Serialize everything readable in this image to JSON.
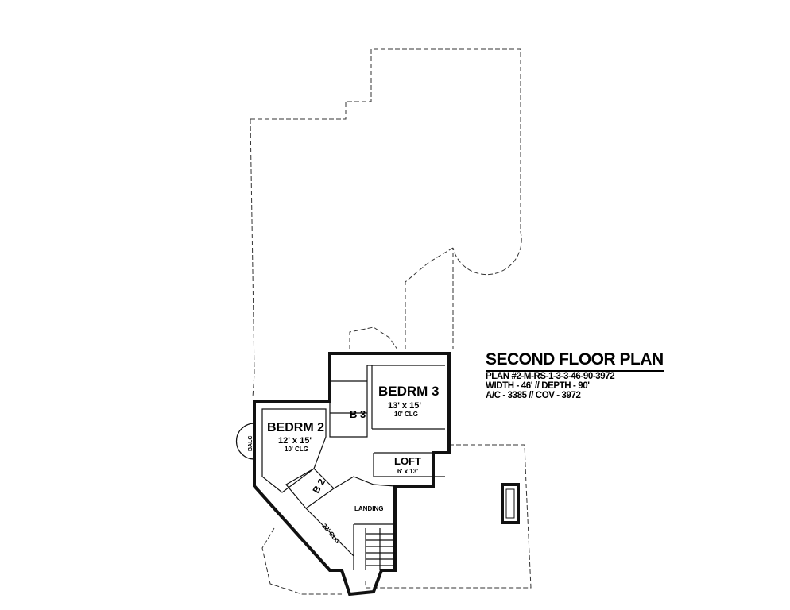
{
  "title": "SECOND FLOOR PLAN",
  "plan_number": "PLAN #2-M-RS-1-3-3-46-90-3972",
  "dimensions": "WIDTH - 46' // DEPTH - 90'",
  "area": "A/C - 3385 // COV - 3972",
  "rooms": {
    "bedroom3": {
      "name": "BEDRM 3",
      "size": "13' x 15'",
      "ceiling": "10' CLG"
    },
    "bedroom2": {
      "name": "BEDRM 2",
      "size": "12' x 15'",
      "ceiling": "10' CLG"
    },
    "bath3": {
      "name": "B 3"
    },
    "bath2": {
      "name": "B 2"
    },
    "loft": {
      "name": "LOFT",
      "size": "6' x 13'"
    },
    "landing": {
      "name": "LANDING"
    },
    "balcony": {
      "name": "BALC"
    },
    "stair_ceiling": {
      "name": "22' CLG"
    }
  }
}
